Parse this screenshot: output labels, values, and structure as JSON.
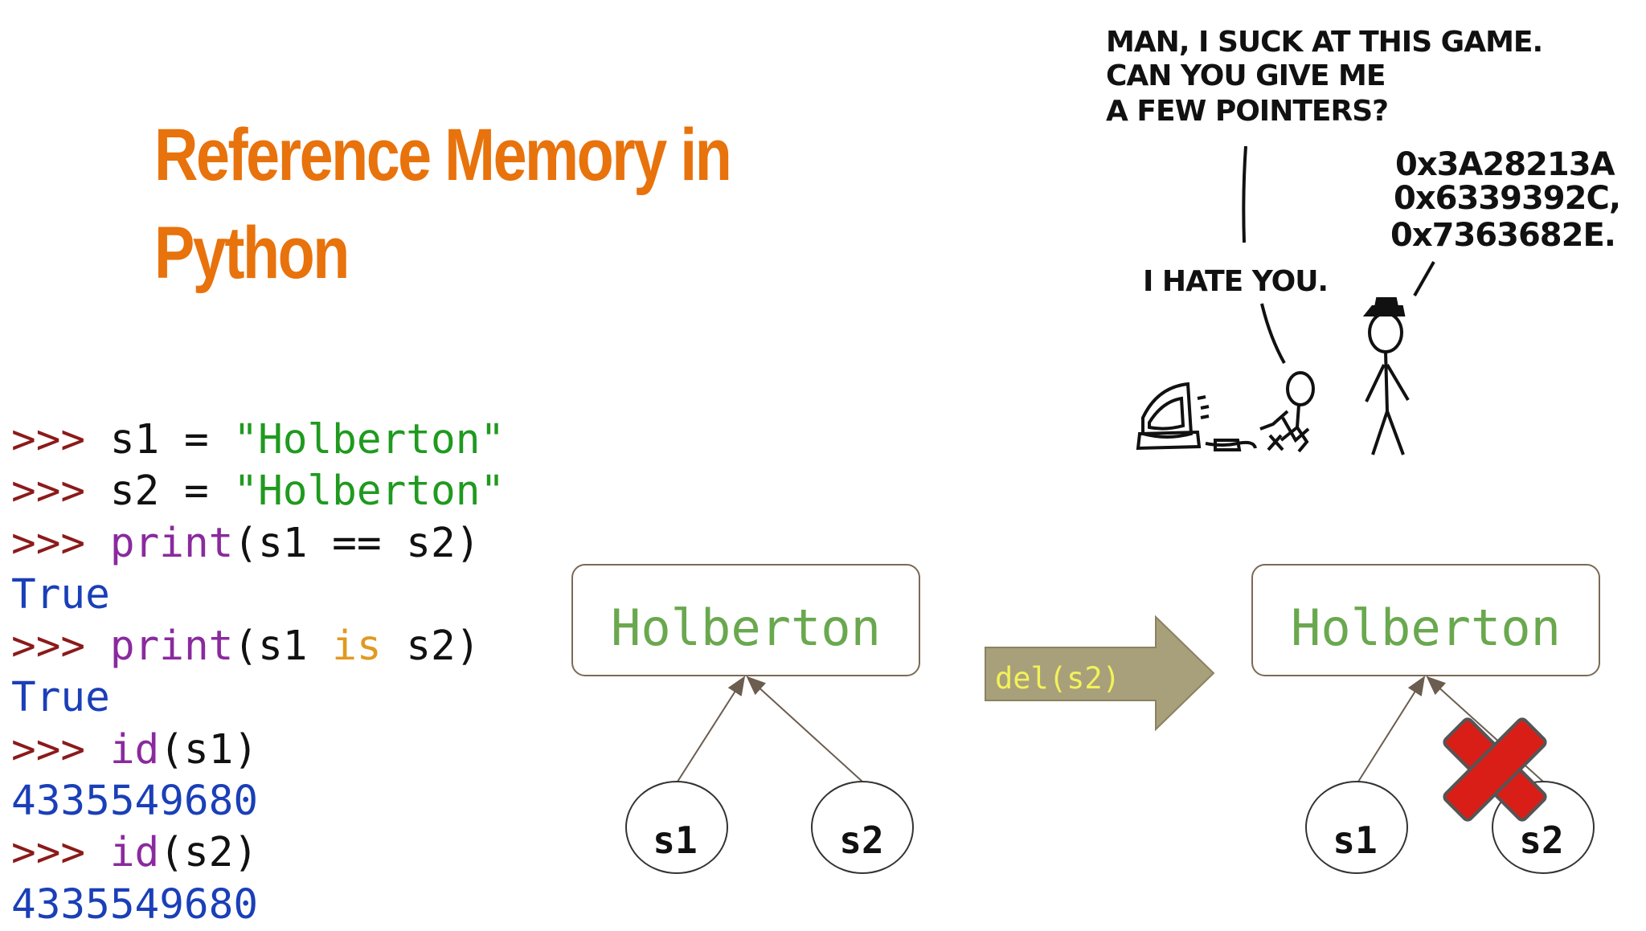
{
  "title": {
    "line1": "Reference Memory in",
    "line2": "Python"
  },
  "console": [
    {
      "parts": [
        {
          "t": ">>> ",
          "c": "prompt"
        },
        {
          "t": "s1 = ",
          "c": "code"
        },
        {
          "t": "\"Holberton\"",
          "c": "str"
        }
      ]
    },
    {
      "parts": [
        {
          "t": ">>> ",
          "c": "prompt"
        },
        {
          "t": "s2 = ",
          "c": "code"
        },
        {
          "t": "\"Holberton\"",
          "c": "str"
        }
      ]
    },
    {
      "parts": [
        {
          "t": ">>> ",
          "c": "prompt"
        },
        {
          "t": "print",
          "c": "kw"
        },
        {
          "t": "(s1 == s2)",
          "c": "code"
        }
      ]
    },
    {
      "parts": [
        {
          "t": "True",
          "c": "out"
        }
      ]
    },
    {
      "parts": [
        {
          "t": ">>> ",
          "c": "prompt"
        },
        {
          "t": "print",
          "c": "kw"
        },
        {
          "t": "(s1 ",
          "c": "code"
        },
        {
          "t": "is",
          "c": "is"
        },
        {
          "t": " s2)",
          "c": "code"
        }
      ]
    },
    {
      "parts": [
        {
          "t": "True",
          "c": "out"
        }
      ]
    },
    {
      "parts": [
        {
          "t": ">>> ",
          "c": "prompt"
        },
        {
          "t": "id",
          "c": "kw"
        },
        {
          "t": "(s1)",
          "c": "code"
        }
      ]
    },
    {
      "parts": [
        {
          "t": "4335549680",
          "c": "out"
        }
      ]
    },
    {
      "parts": [
        {
          "t": ">>> ",
          "c": "prompt"
        },
        {
          "t": "id",
          "c": "kw"
        },
        {
          "t": "(s2)",
          "c": "code"
        }
      ]
    },
    {
      "parts": [
        {
          "t": "4335549680",
          "c": "out"
        }
      ]
    }
  ],
  "diagram_left": {
    "object_label": "Holberton",
    "var1": "s1",
    "var2": "s2"
  },
  "arrow": {
    "label": "del(s2)",
    "color": "#a8a07a",
    "label_color": "#f2f25a"
  },
  "diagram_right": {
    "object_label": "Holberton",
    "var1": "s1",
    "var2": "s2",
    "deleted_marker": "x-icon",
    "deleted_color": "#d91e18"
  },
  "comic": {
    "speech_lines": [
      "MAN, I SUCK AT THIS GAME.",
      "CAN YOU GIVE ME",
      "A FEW POINTERS?"
    ],
    "reply_lines": [
      "0x3A28213A",
      "0x6339392C,",
      "0x7363682E."
    ],
    "hate_text": "I HATE YOU."
  },
  "colors": {
    "title": "#e8720c",
    "object_text": "#6aa84f",
    "box_border": "#7a6a55"
  }
}
